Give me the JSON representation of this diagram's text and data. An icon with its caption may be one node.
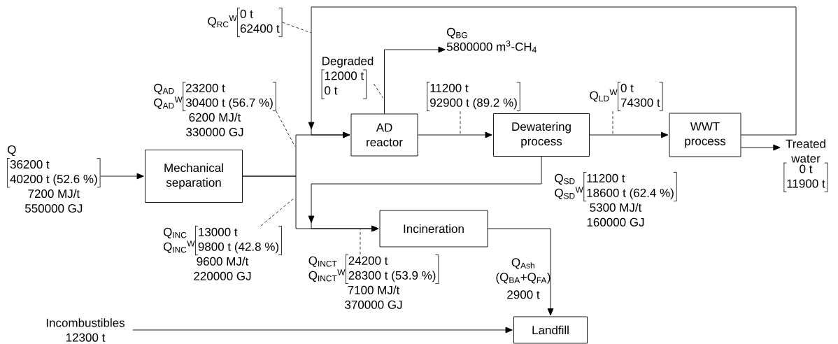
{
  "diagram": {
    "nodes": [
      {
        "text": [
          "Mechanical separation"
        ]
      },
      {
        "text": [
          "AD reactor"
        ]
      },
      {
        "text": [
          "Dewatering process"
        ]
      },
      {
        "text": [
          "WWT process"
        ]
      },
      {
        "text": [
          "Incineration"
        ]
      },
      {
        "text": [
          "Landfill"
        ]
      },
      {
        "text": [
          "Q",
          "36200 t",
          "40200 t (52.6 %)",
          "7200 MJ/t",
          "550000 GJ"
        ]
      },
      {
        "text": [
          "Q$_{BG}$",
          "5800000 m$^{3}$-CH$_{4}$"
        ]
      },
      {
        "text": [
          "Treated water",
          "0 t",
          "11900 t"
        ]
      },
      {
        "text": [
          "Incombustibles 12300 t"
        ]
      },
      {
        "text": [
          "Q$_{RC}$$^{W}$",
          "0 t",
          "62400 t"
        ]
      },
      {
        "text": [
          "Degraded",
          "12000 t",
          "0 t"
        ]
      },
      {
        "text": [
          "Q$_{AD}$",
          "Q$_{AD}$$^{W}$",
          "23200 t",
          "30400 t (56.7 %)",
          "6200 MJ/t",
          "330000 GJ"
        ]
      },
      {
        "text": [
          "11200 t",
          "92900 t (89.2 %)"
        ]
      },
      {
        "text": [
          "Q$_{LD}$$^{W}$",
          "0 t",
          "74300 t"
        ]
      },
      {
        "text": [
          "Q$_{INC}$",
          "Q$_{INC}$$^{W}$",
          "13000 t",
          "9800 t (42.8 %)",
          "9600 MJ/t",
          "220000 GJ"
        ]
      },
      {
        "text": [
          "Q$_{INCT}$",
          "Q$_{INCT}$$^{W}$",
          "24200 t",
          "28300 t (53.9 %)",
          "7100 MJ/t",
          "370000 GJ"
        ]
      }
    ],
    "edges": [
      {
        "from": 6,
        "to": 0,
        "arrow": "to"
      },
      {
        "from": 0,
        "to": 1,
        "arrow": "to"
      },
      {
        "from": 0,
        "to": 4,
        "arrow": "to"
      },
      {
        "from": 1,
        "to": 2,
        "arrow": "to"
      },
      {
        "from": 2,
        "to": 3,
        "arrow": "to"
      },
      {
        "from": 3,
        "to": 1,
        "arrow": "to"
      },
      {
        "from": 2,
        "to": 4,
        "arrow": "to"
      },
      {
        "from": 1,
        "to": 7,
        "arrow": "to"
      },
      {
        "from": 3,
        "to": 8,
        "arrow": "to"
      },
      {
        "from": 4,
        "to": 5,
        "arrow": "to"
      },
      {
        "from": 9,
        "to": 5,
        "arrow": "to"
      },
      {
        "from": 10,
        "to": null,
        "arrow": "none",
        "style": "dashed"
      },
      {
        "from": 11,
        "to": null,
        "arrow": "none",
        "style": "dashed"
      },
      {
        "from": 12,
        "to": null,
        "arrow": "none",
        "style": "dashed"
      },
      {
        "from": 13,
        "to": null,
        "arrow": "none",
        "style": "dashed"
      },
      {
        "from": 14,
        "to": null,
        "arrow": "none",
        "style": "dashed"
      },
      {
        "from": 15,
        "to": null,
        "arrow": "none",
        "style": "dashed"
      },
      {
        "from": 16,
        "to": null,
        "arrow": "none",
        "style": "dashed"
      }
    ],
    "labels": [
      "Q$_{SD}$",
      "Q$_{SD}$$^{W}$",
      "11200 t",
      "18600 t (62.4 %)",
      "5300 MJ/t",
      "160000 GJ",
      "Q$_{Ash}$",
      "(Q$_{BA}$+Q$_{FA}$)",
      "2900 t"
    ]
  }
}
